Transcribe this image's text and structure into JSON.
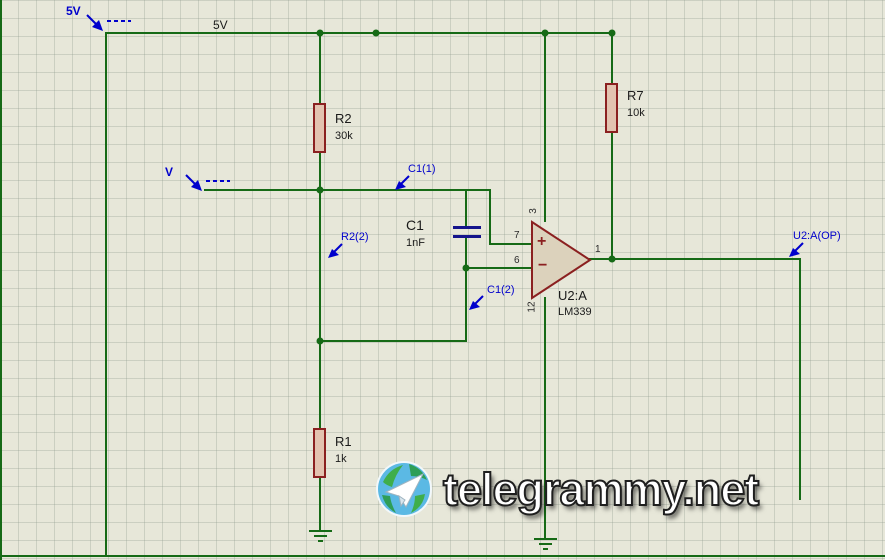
{
  "terminals": {
    "power": "5V",
    "input": "V"
  },
  "rail_label": "5V",
  "parts": {
    "r2": {
      "ref": "R2",
      "value": "30k"
    },
    "r1": {
      "ref": "R1",
      "value": "1k"
    },
    "r7": {
      "ref": "R7",
      "value": "10k"
    },
    "c1": {
      "ref": "C1",
      "value": "1nF"
    },
    "u2": {
      "ref": "U2:A",
      "value": "LM339"
    }
  },
  "opamp": {
    "plus": "+",
    "minus": "−",
    "pin_noninv": "7",
    "pin_inv": "6",
    "pin_out": "1",
    "pin_vcc": "3",
    "pin_gnd": "12"
  },
  "net_labels": {
    "c1_1": "C1(1)",
    "r2_2": "R2(2)",
    "c1_2": "C1(2)",
    "output": "U2:A(OP)"
  },
  "watermark": {
    "text": "telegrammy.net"
  },
  "colors": {
    "wire_green": "#166a16",
    "component_maroon": "#8b2020",
    "label_blue": "#0000cc",
    "canvas_bg": "#e7e7d9"
  }
}
